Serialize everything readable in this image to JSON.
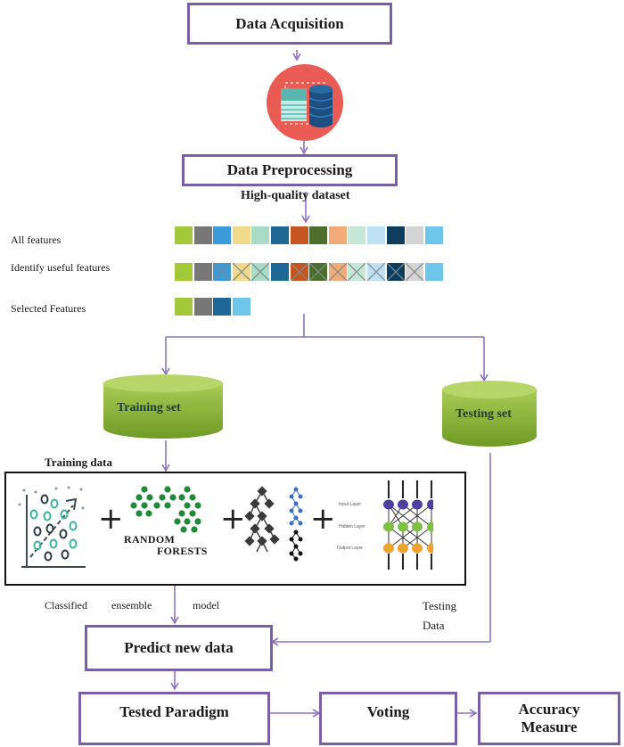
{
  "diagram": {
    "boxes": {
      "data_acquisition": "Data Acquisition",
      "data_preprocessing": "Data Preprocessing",
      "predict_new_data": "Predict new data",
      "tested_paradigm": "Tested Paradigm",
      "voting": "Voting",
      "accuracy_measure": "Accuracy Measure"
    },
    "labels": {
      "high_quality_dataset": "High-quality dataset",
      "all_features": "All features",
      "identify_useful_features": "Identify useful features",
      "selected_features": "Selected Features",
      "training_data": "Training data",
      "classified": "Classified",
      "ensemble": "ensemble",
      "model": "model",
      "testing_data_line1": "Testing",
      "testing_data_line2": "Data"
    },
    "cylinders": {
      "training_set": "Training set",
      "testing_set": "Testing set"
    },
    "features": {
      "colors": [
        "#a3c93a",
        "#777777",
        "#3d9ad8",
        "#f0d98a",
        "#a8dcc6",
        "#1f6896",
        "#c5561f",
        "#4e6e2e",
        "#f2aa78",
        "#c6e6d8",
        "#bfe1f4",
        "#0d3d5e",
        "#d4d4d4",
        "#6ec6ea"
      ],
      "identify_crossed": [
        false,
        false,
        true,
        true,
        true,
        false,
        true,
        true,
        true,
        true,
        true,
        true,
        true,
        false
      ],
      "selected_colors": [
        "#a3c93a",
        "#777777",
        "#1f6896",
        "#6ec6ea"
      ]
    },
    "models": {
      "random_forest_line1": "RANDOM",
      "random_forest_line2": "FORESTS",
      "nn_input_layer": "Input Layer",
      "nn_hidden_layer": "Hidden Layer",
      "nn_output_layer": "Output Layer",
      "plus_sign": "+"
    },
    "colors": {
      "connector": "#8e72c0",
      "box_border": "#7b5ea7",
      "cylinder_green": "#8db83a",
      "red_circle": "#ea5b54"
    }
  }
}
